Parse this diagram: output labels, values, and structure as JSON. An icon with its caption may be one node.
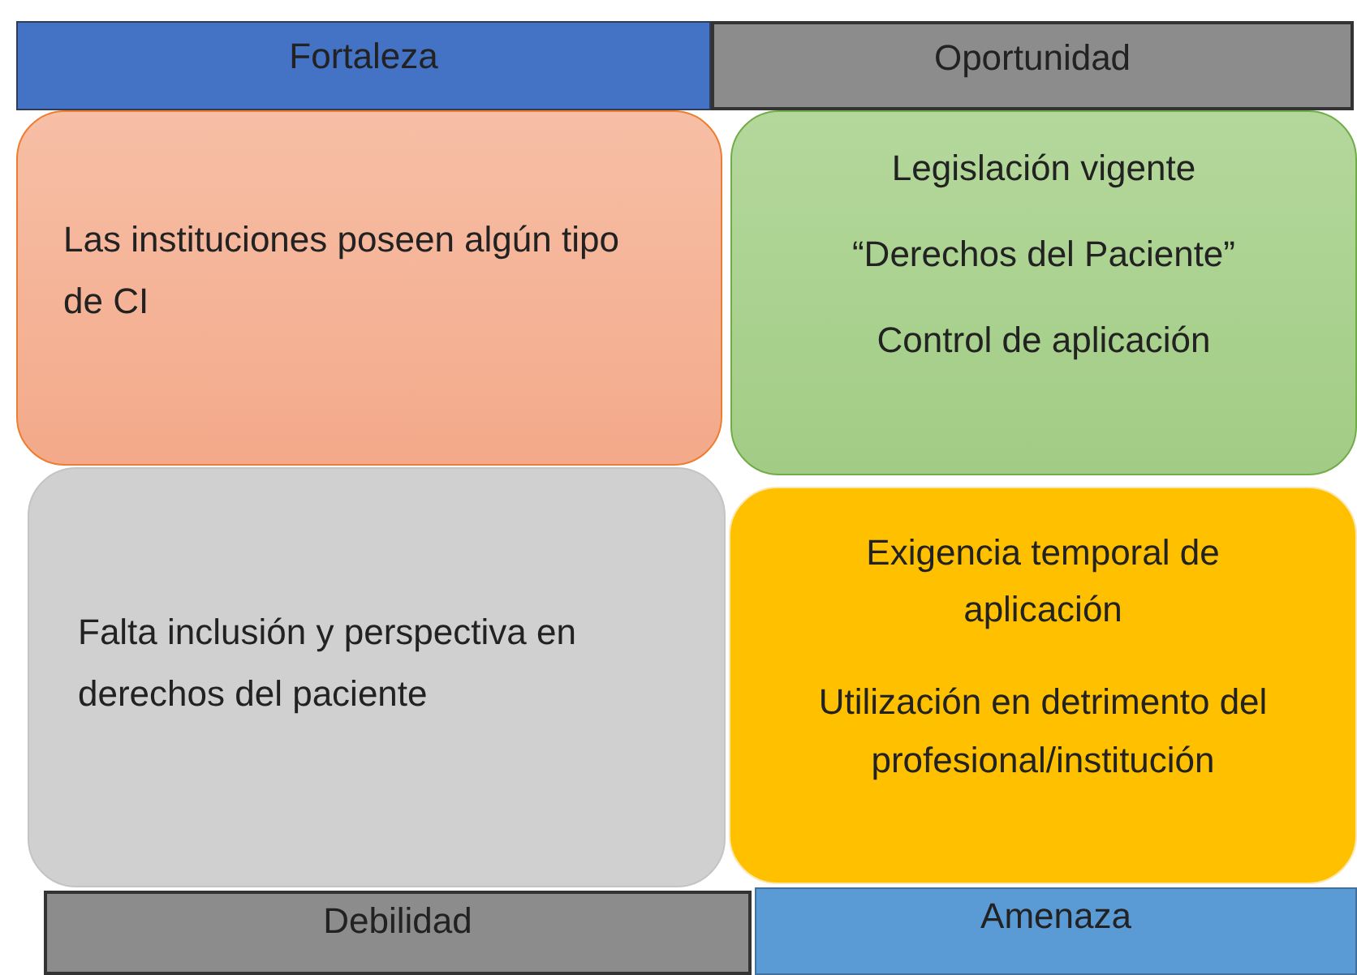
{
  "diagram": {
    "nodes": [
      {
        "text": [
          "Fortaleza"
        ]
      },
      {
        "text": [
          "Oportunidad"
        ]
      },
      {
        "text": [
          "Las instituciones poseen algún tipo de CI"
        ]
      },
      {
        "text": [
          "Legislación vigente",
          "“Derechos del Paciente”",
          "Control de aplicación"
        ]
      },
      {
        "text": [
          "Falta inclusión y perspectiva en derechos del paciente"
        ]
      },
      {
        "text": [
          "Exigencia temporal de aplicación",
          "Utilización en detrimento del profesional/institución"
        ]
      },
      {
        "text": [
          "Debilidad"
        ]
      },
      {
        "text": [
          "Amenaza"
        ]
      }
    ]
  }
}
